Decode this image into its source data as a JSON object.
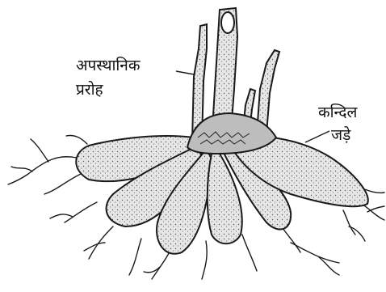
{
  "labels": {
    "adventitious_shoot_line1": "अपस्थानिक",
    "adventitious_shoot_line2": "प्ररोह",
    "tuberous_roots_line1": "कन्दिल",
    "tuberous_roots_line2": "जड़े"
  },
  "colors": {
    "ink": "#1a1a1a",
    "root_fill": "#e4e4e4",
    "background": "#ffffff"
  }
}
